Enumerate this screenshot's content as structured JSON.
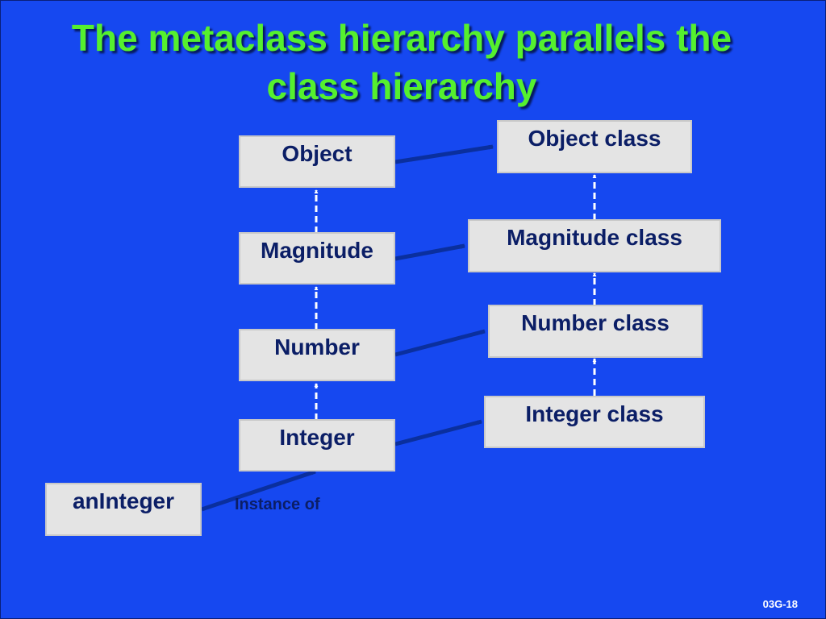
{
  "slide": {
    "title_line1": "The metaclass hierarchy parallels the",
    "title_line2": "class hierarchy",
    "slide_number": "03G-18"
  },
  "nodes": {
    "object": "Object",
    "magnitude": "Magnitude",
    "number": "Number",
    "integer": "Integer",
    "aninteger": "anInteger",
    "object_class": "Object class",
    "magnitude_class": "Magnitude class",
    "number_class": "Number class",
    "integer_class": "Integer class"
  },
  "edges": {
    "instance_of_label": "Instance of"
  },
  "colors": {
    "background": "#1648f0",
    "title": "#55f02e",
    "box_fill": "#e4e4e4",
    "box_text": "#0b1e66",
    "instance_arrow": "#0a2f9e",
    "inheritance_arrow": "#ffffff"
  }
}
